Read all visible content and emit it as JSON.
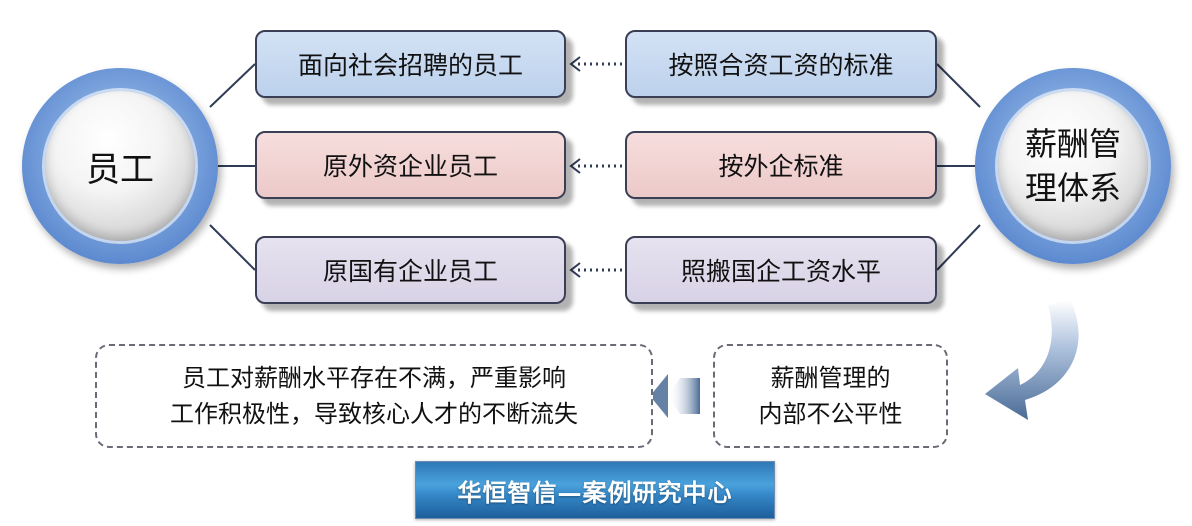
{
  "left_circle": {
    "label": "员工"
  },
  "right_circle": {
    "line1": "薪酬管",
    "line2": "理体系"
  },
  "employee_boxes": [
    {
      "label": "面向社会招聘的员工"
    },
    {
      "label": "原外资企业员工"
    },
    {
      "label": "原国有企业员工"
    }
  ],
  "standard_boxes": [
    {
      "label": "按照合资工资的标准"
    },
    {
      "label": "按外企标准"
    },
    {
      "label": "照搬国企工资水平"
    }
  ],
  "consequence": {
    "line1": "员工对薪酬水平存在不满，严重影响",
    "line2": "工作积极性，导致核心人才的不断流失"
  },
  "problem": {
    "line1": "薪酬管理的",
    "line2": "内部不公平性"
  },
  "footer": {
    "label": "华恒智信—案例研究中心"
  },
  "colors": {
    "row1": "#c8d9f0",
    "row2": "#f2d4d3",
    "row3": "#e0dbea",
    "circle_ring": "#5b86d0",
    "footer_bg": "#3486c6"
  }
}
